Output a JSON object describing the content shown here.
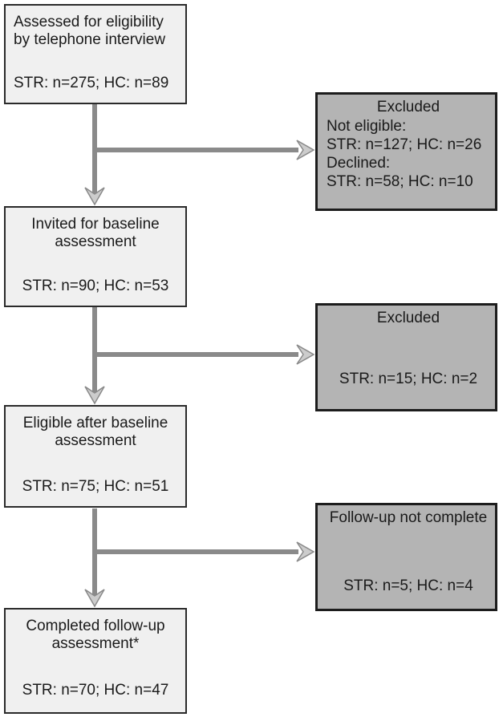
{
  "diagram": {
    "kind": "participant-flow-diagram",
    "colors": {
      "main_box_fill": "#f0f0f0",
      "main_box_border": "#2a2a2a",
      "excluded_box_fill": "#b4b4b4",
      "excluded_box_border": "#1c1c1c",
      "arrow_shaft": "#8a8a8a",
      "arrowhead_fill": "#cccccc",
      "text": "#1a1a1a"
    },
    "main_boxes": [
      {
        "title": "Assessed for eligibility\nby telephone interview",
        "counts": "STR: n=275; HC: n=89"
      },
      {
        "title": "Invited for baseline\nassessment",
        "counts": "STR: n=90; HC: n=53"
      },
      {
        "title": "Eligible after baseline\nassessment",
        "counts": "STR: n=75; HC: n=51"
      },
      {
        "title": "Completed follow-up\nassessment*",
        "counts": "STR: n=70; HC: n=47"
      }
    ],
    "side_boxes": [
      {
        "title": "Excluded",
        "details": "Not eligible:\nSTR: n=127; HC: n=26\nDeclined:\nSTR: n=58; HC: n=10"
      },
      {
        "title": "Excluded",
        "counts": "STR: n=15; HC: n=2"
      },
      {
        "title": "Follow-up not complete",
        "counts": "STR: n=5; HC: n=4"
      }
    ]
  }
}
